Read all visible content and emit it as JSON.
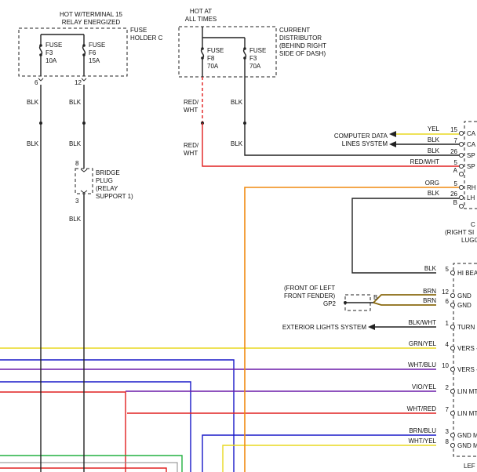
{
  "fuse_holder_c": {
    "hot_line1": "HOT W/TERMINAL 15",
    "hot_line2": "RELAY ENERGIZED",
    "name_line1": "FUSE",
    "name_line2": "HOLDER C",
    "fuses": [
      {
        "l1": "FUSE",
        "l2": "F3",
        "l3": "10A",
        "pin": "6"
      },
      {
        "l1": "FUSE",
        "l2": "F6",
        "l3": "15A",
        "pin": "12"
      }
    ]
  },
  "current_distributor": {
    "hot_line1": "HOT AT",
    "hot_line2": "ALL TIMES",
    "name_lines": [
      "CURRENT",
      "DISTRIBUTOR",
      "(BEHIND RIGHT",
      "SIDE OF DASH)"
    ],
    "fuses": [
      {
        "l1": "FUSE",
        "l2": "F8",
        "l3": "70A"
      },
      {
        "l1": "FUSE",
        "l2": "F3",
        "l3": "70A"
      }
    ]
  },
  "left_wire_labels": {
    "a_top": "BLK",
    "a_bot": "BLK",
    "b_top": "BLK",
    "b_bot": "BLK",
    "b_low": "BLK",
    "c_top1": "RED/",
    "c_top2": "WHT",
    "c_bot1": "RED/",
    "c_bot2": "WHT",
    "d_top": "BLK",
    "d_bot": "BLK"
  },
  "bridge_plug": {
    "lines": [
      "BRIDGE",
      "PLUG",
      "(RELAY",
      "SUPPORT 1)"
    ],
    "pin_top": "8",
    "pin_bottom": "3"
  },
  "computer_data": {
    "line1": "COMPUTER DATA",
    "line2": "LINES SYSTEM"
  },
  "gp2": {
    "lines": [
      "(FRONT OF LEFT",
      "FRONT FENDER)"
    ],
    "name": "GP2",
    "pin": "B"
  },
  "exterior_lights": "EXTERIOR LIGHTS SYSTEM",
  "right_connector": {
    "lines": [
      "C",
      "(RIGHT SI",
      "LUGG"
    ],
    "rows": [
      {
        "wire": "YEL",
        "pin": "15",
        "func": "CA"
      },
      {
        "wire": "BLK",
        "pin": "7",
        "func": "CA"
      },
      {
        "wire": "BLK",
        "pin": "26",
        "func": "SP"
      },
      {
        "wire": "RED/WHT",
        "pin": "5",
        "func": "SP"
      },
      {
        "wire": "",
        "pin": "A",
        "func": ""
      },
      {
        "wire": "ORG",
        "pin": "5",
        "func": "RH"
      },
      {
        "wire": "BLK",
        "pin": "26",
        "func": "LH"
      },
      {
        "wire": "",
        "pin": "B",
        "func": ""
      }
    ]
  },
  "left_connector": {
    "bottom_label": "LEF",
    "rows": [
      {
        "wire": "BLK",
        "pin": "5",
        "func": "HI BEA"
      },
      {
        "wire": "BRN",
        "pin": "12",
        "func": "GND"
      },
      {
        "wire": "BRN",
        "pin": "6",
        "func": "GND"
      },
      {
        "wire": "BLK/WHT",
        "pin": "1",
        "func": "TURN"
      },
      {
        "wire": "GRN/YEL",
        "pin": "4",
        "func": "VERS -"
      },
      {
        "wire": "WHT/BLU",
        "pin": "10",
        "func": "VERS -"
      },
      {
        "wire": "VIO/YEL",
        "pin": "2",
        "func": "LIN MT"
      },
      {
        "wire": "WHT/RED",
        "pin": "7",
        "func": "LIN MT"
      },
      {
        "wire": "BRN/BLU",
        "pin": "3",
        "func": "GND M"
      },
      {
        "wire": "WHT/YEL",
        "pin": "8",
        "func": "GND M"
      }
    ]
  },
  "colors": {
    "black": "#222222",
    "red": "#e02020",
    "orange": "#f08a10",
    "yellow": "#e8d820",
    "blue": "#1818c8",
    "purple": "#6a1aa8",
    "green": "#22b040",
    "brown": "#8a6a10",
    "gray": "#888888"
  }
}
